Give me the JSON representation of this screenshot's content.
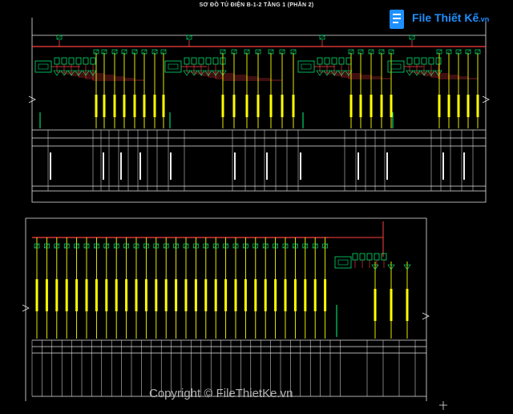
{
  "title": "SƠ ĐỒ TỦ ĐIỆN  B-1-2  TẦNG 1 (PHẦN 2)",
  "watermark": {
    "logo_main": "File Thiết Kế",
    "logo_suffix": ".vn",
    "copyright": "Copyright © FileThietKe.vn"
  },
  "colors": {
    "background": "#000000",
    "frame": "#e8e8e8",
    "busbar": "#ff4040",
    "feeder": "#ffff00",
    "breaker": "#00ff7f",
    "control": "#00ffff",
    "table": "#f0f0f0",
    "logo": "#1e90ff"
  },
  "icons": [
    "breaker-icon",
    "contactor-icon",
    "lamp-icon",
    "cad-cursor-icon"
  ]
}
